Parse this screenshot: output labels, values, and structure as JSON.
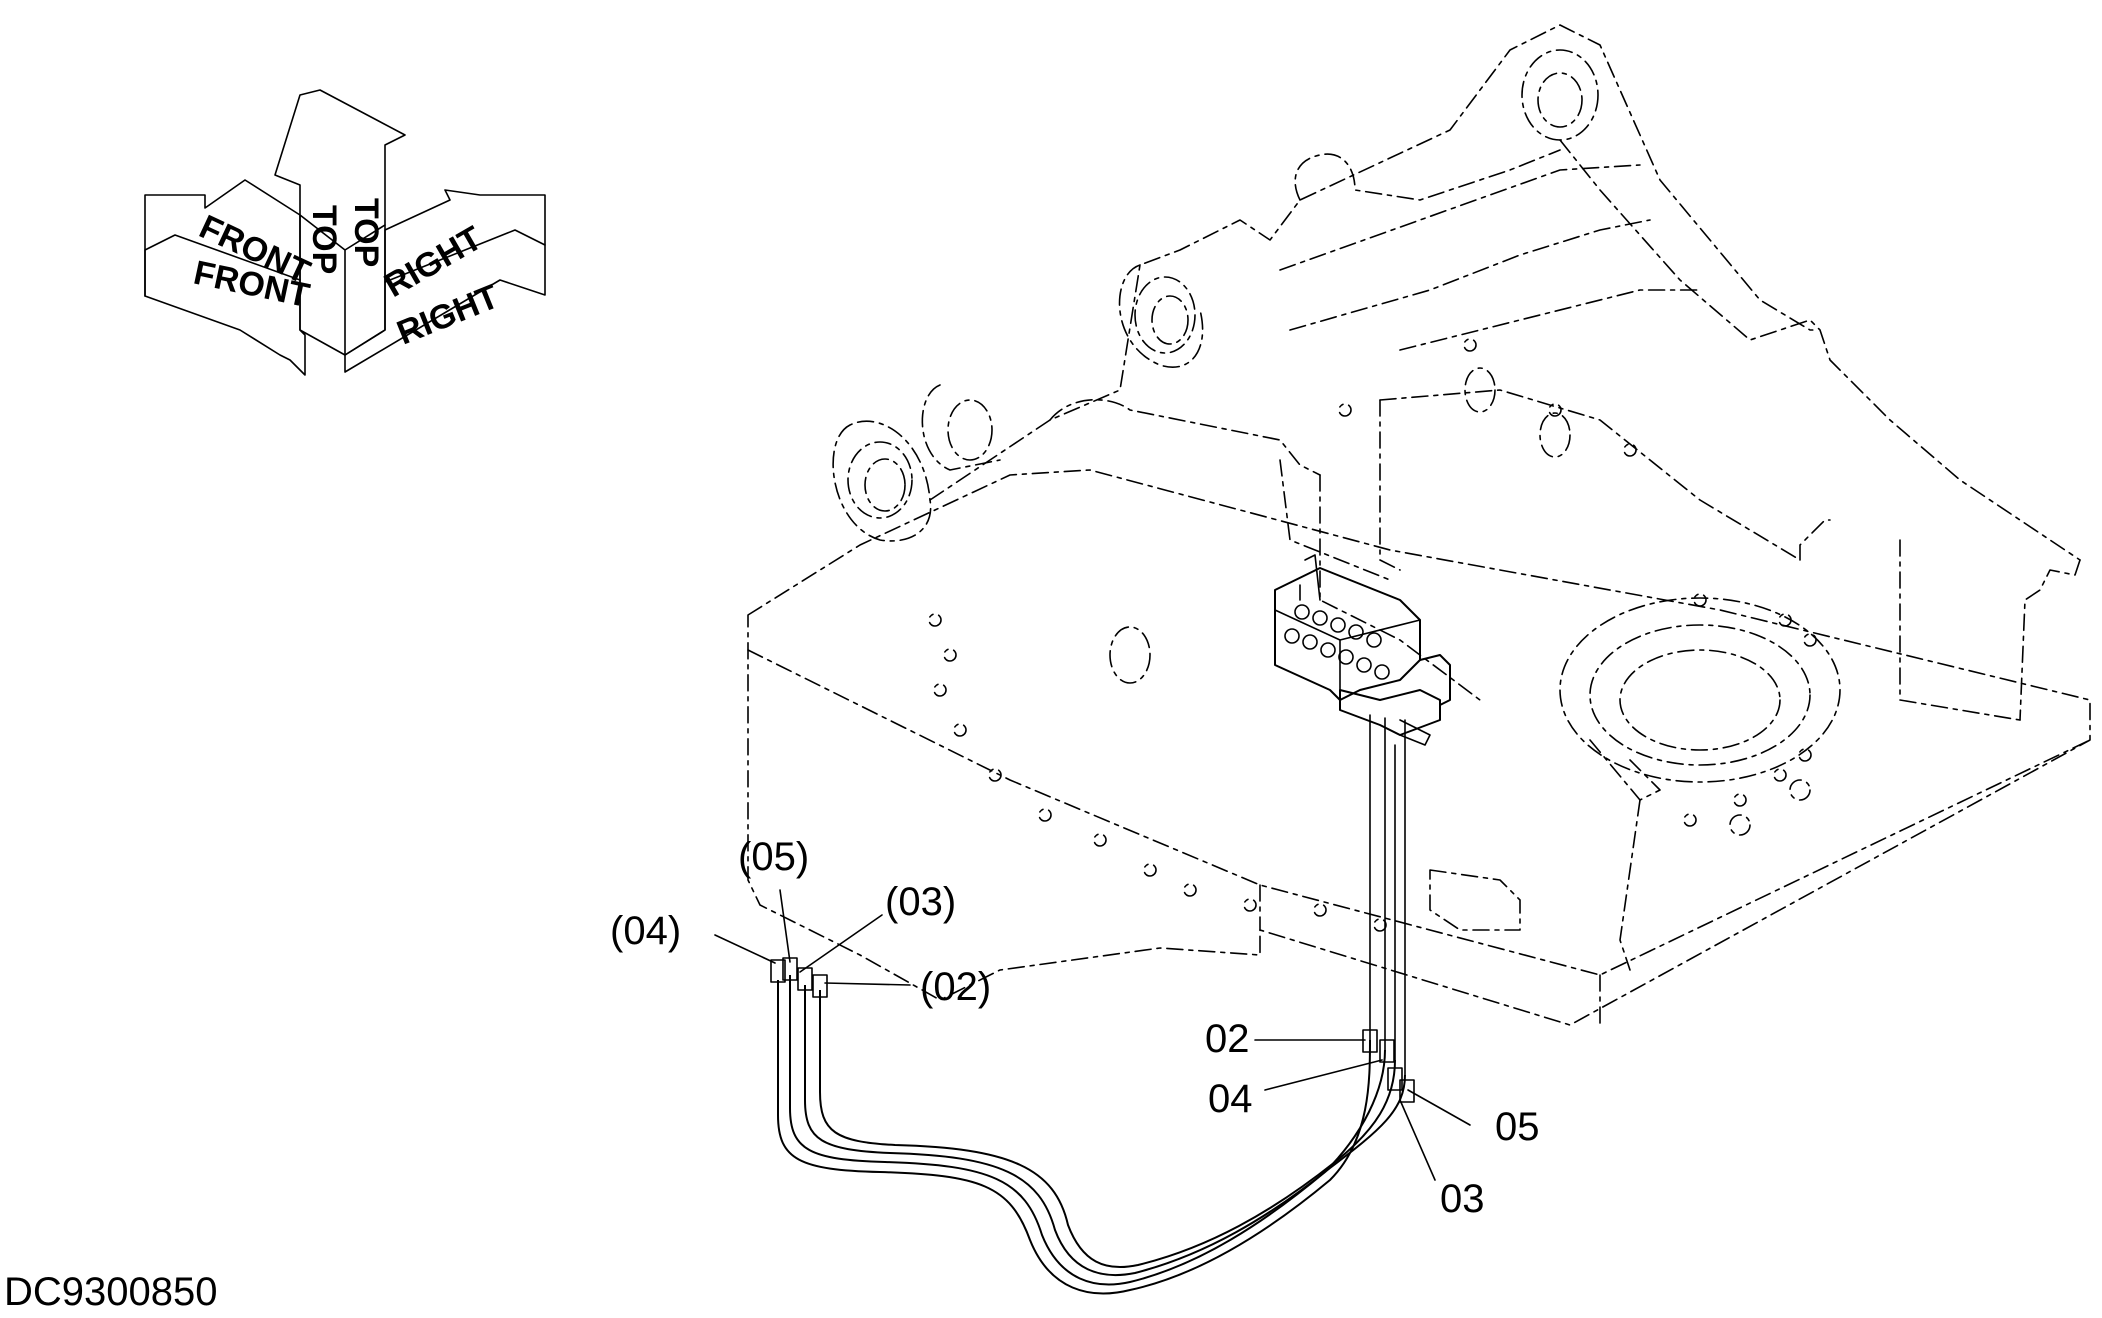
{
  "drawing": {
    "doc_id": "DC9300850",
    "orientation": {
      "front": "FRONT",
      "top": "TOP",
      "right": "RIGHT"
    },
    "callouts_left": [
      "(05)",
      "(04)",
      "(03)",
      "(02)"
    ],
    "callouts_right": [
      "02",
      "04",
      "05",
      "03"
    ]
  }
}
